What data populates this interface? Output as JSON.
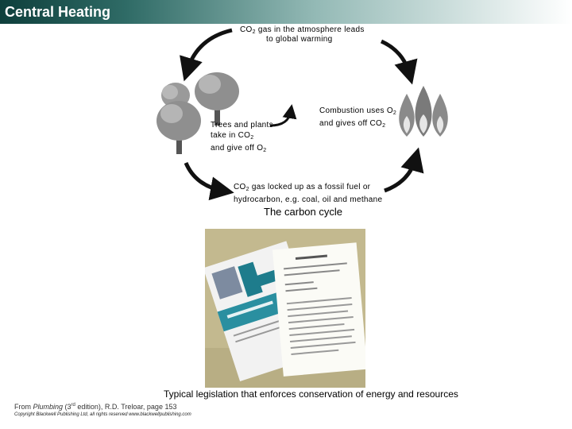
{
  "header": {
    "title": "Central Heating"
  },
  "cycle": {
    "atmosphere_a": "CO",
    "atmosphere_sub": "2",
    "atmosphere_b": " gas in the atmosphere leads",
    "atmosphere_c": "to global warming",
    "trees_a": "Trees and plants",
    "trees_b": "take in CO",
    "trees_sub1": "2",
    "trees_c": "and give off O",
    "trees_sub2": "2",
    "combustion_a": "Combustion uses O",
    "combustion_sub1": "2",
    "combustion_b": "and gives off CO",
    "combustion_sub2": "2",
    "fossil_a": "CO",
    "fossil_sub": "2",
    "fossil_b": " gas locked up as a fossil fuel or",
    "fossil_c": "hydrocarbon, e.g. coal, oil and methane",
    "caption": "The carbon cycle"
  },
  "photo": {
    "caption": "Typical legislation that enforces conservation of energy and resources"
  },
  "footer": {
    "credit_a": "From ",
    "credit_book": "Plumbing",
    "credit_b": " (3",
    "credit_sup": "rd",
    "credit_c": " edition), R.D. Treloar, page 153",
    "copyright": "Copyright Blackwell Publishing Ltd, all rights reserved  www.blackwellpublishing.com"
  },
  "colors": {
    "header_dark": "#0e3f3c",
    "arrow": "#111111"
  }
}
